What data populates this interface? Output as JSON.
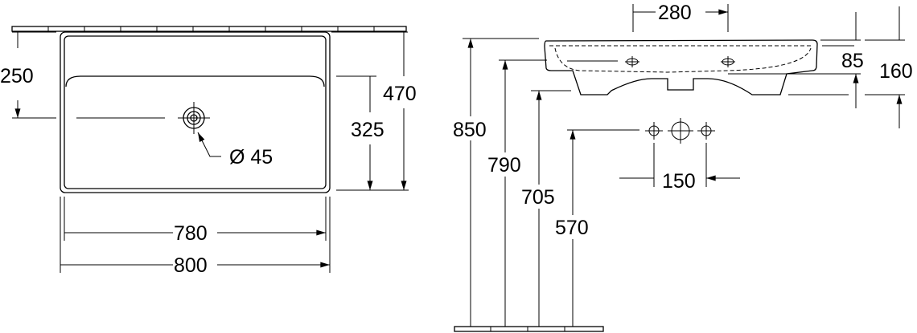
{
  "top_view": {
    "dims": {
      "d250": "250",
      "d470": "470",
      "d325": "325",
      "drain": "Ø 45",
      "d780": "780",
      "d800": "800"
    }
  },
  "side_view": {
    "dims": {
      "d280": "280",
      "d85": "85",
      "d160": "160",
      "d850": "850",
      "d790": "790",
      "d705": "705",
      "d570": "570",
      "d150": "150"
    }
  },
  "colors": {
    "line": "#000000",
    "background": "#ffffff"
  }
}
